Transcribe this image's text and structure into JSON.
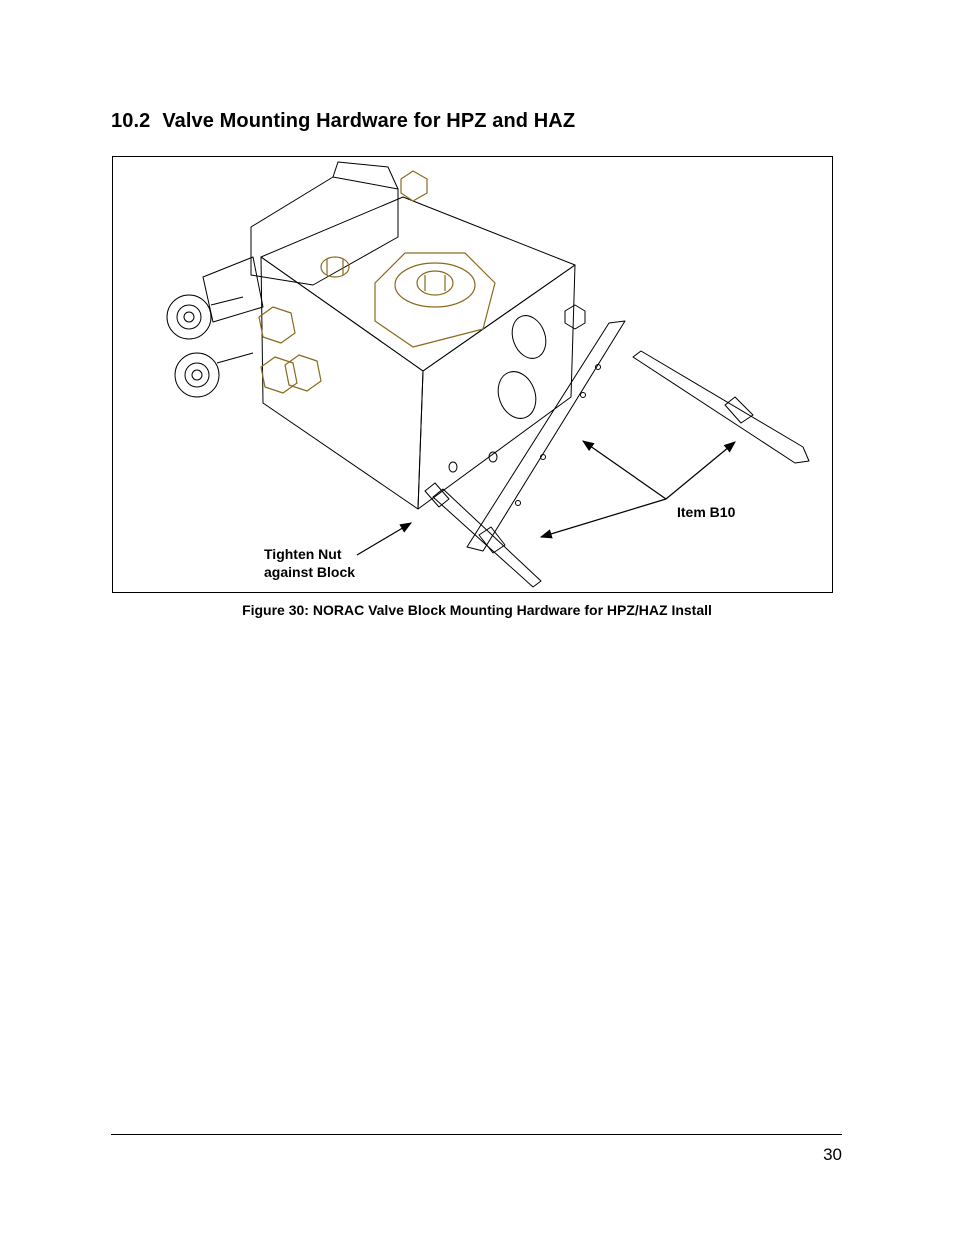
{
  "section": {
    "number": "10.2",
    "title": "Valve Mounting Hardware for HPZ and HAZ"
  },
  "figure": {
    "callouts": {
      "item": "Item B10",
      "nut_line1": "Tighten Nut",
      "nut_line2": "against Block"
    },
    "caption": "Figure 30: NORAC Valve Block Mounting Hardware for HPZ/HAZ Install"
  },
  "footer": {
    "page_number": "30"
  }
}
